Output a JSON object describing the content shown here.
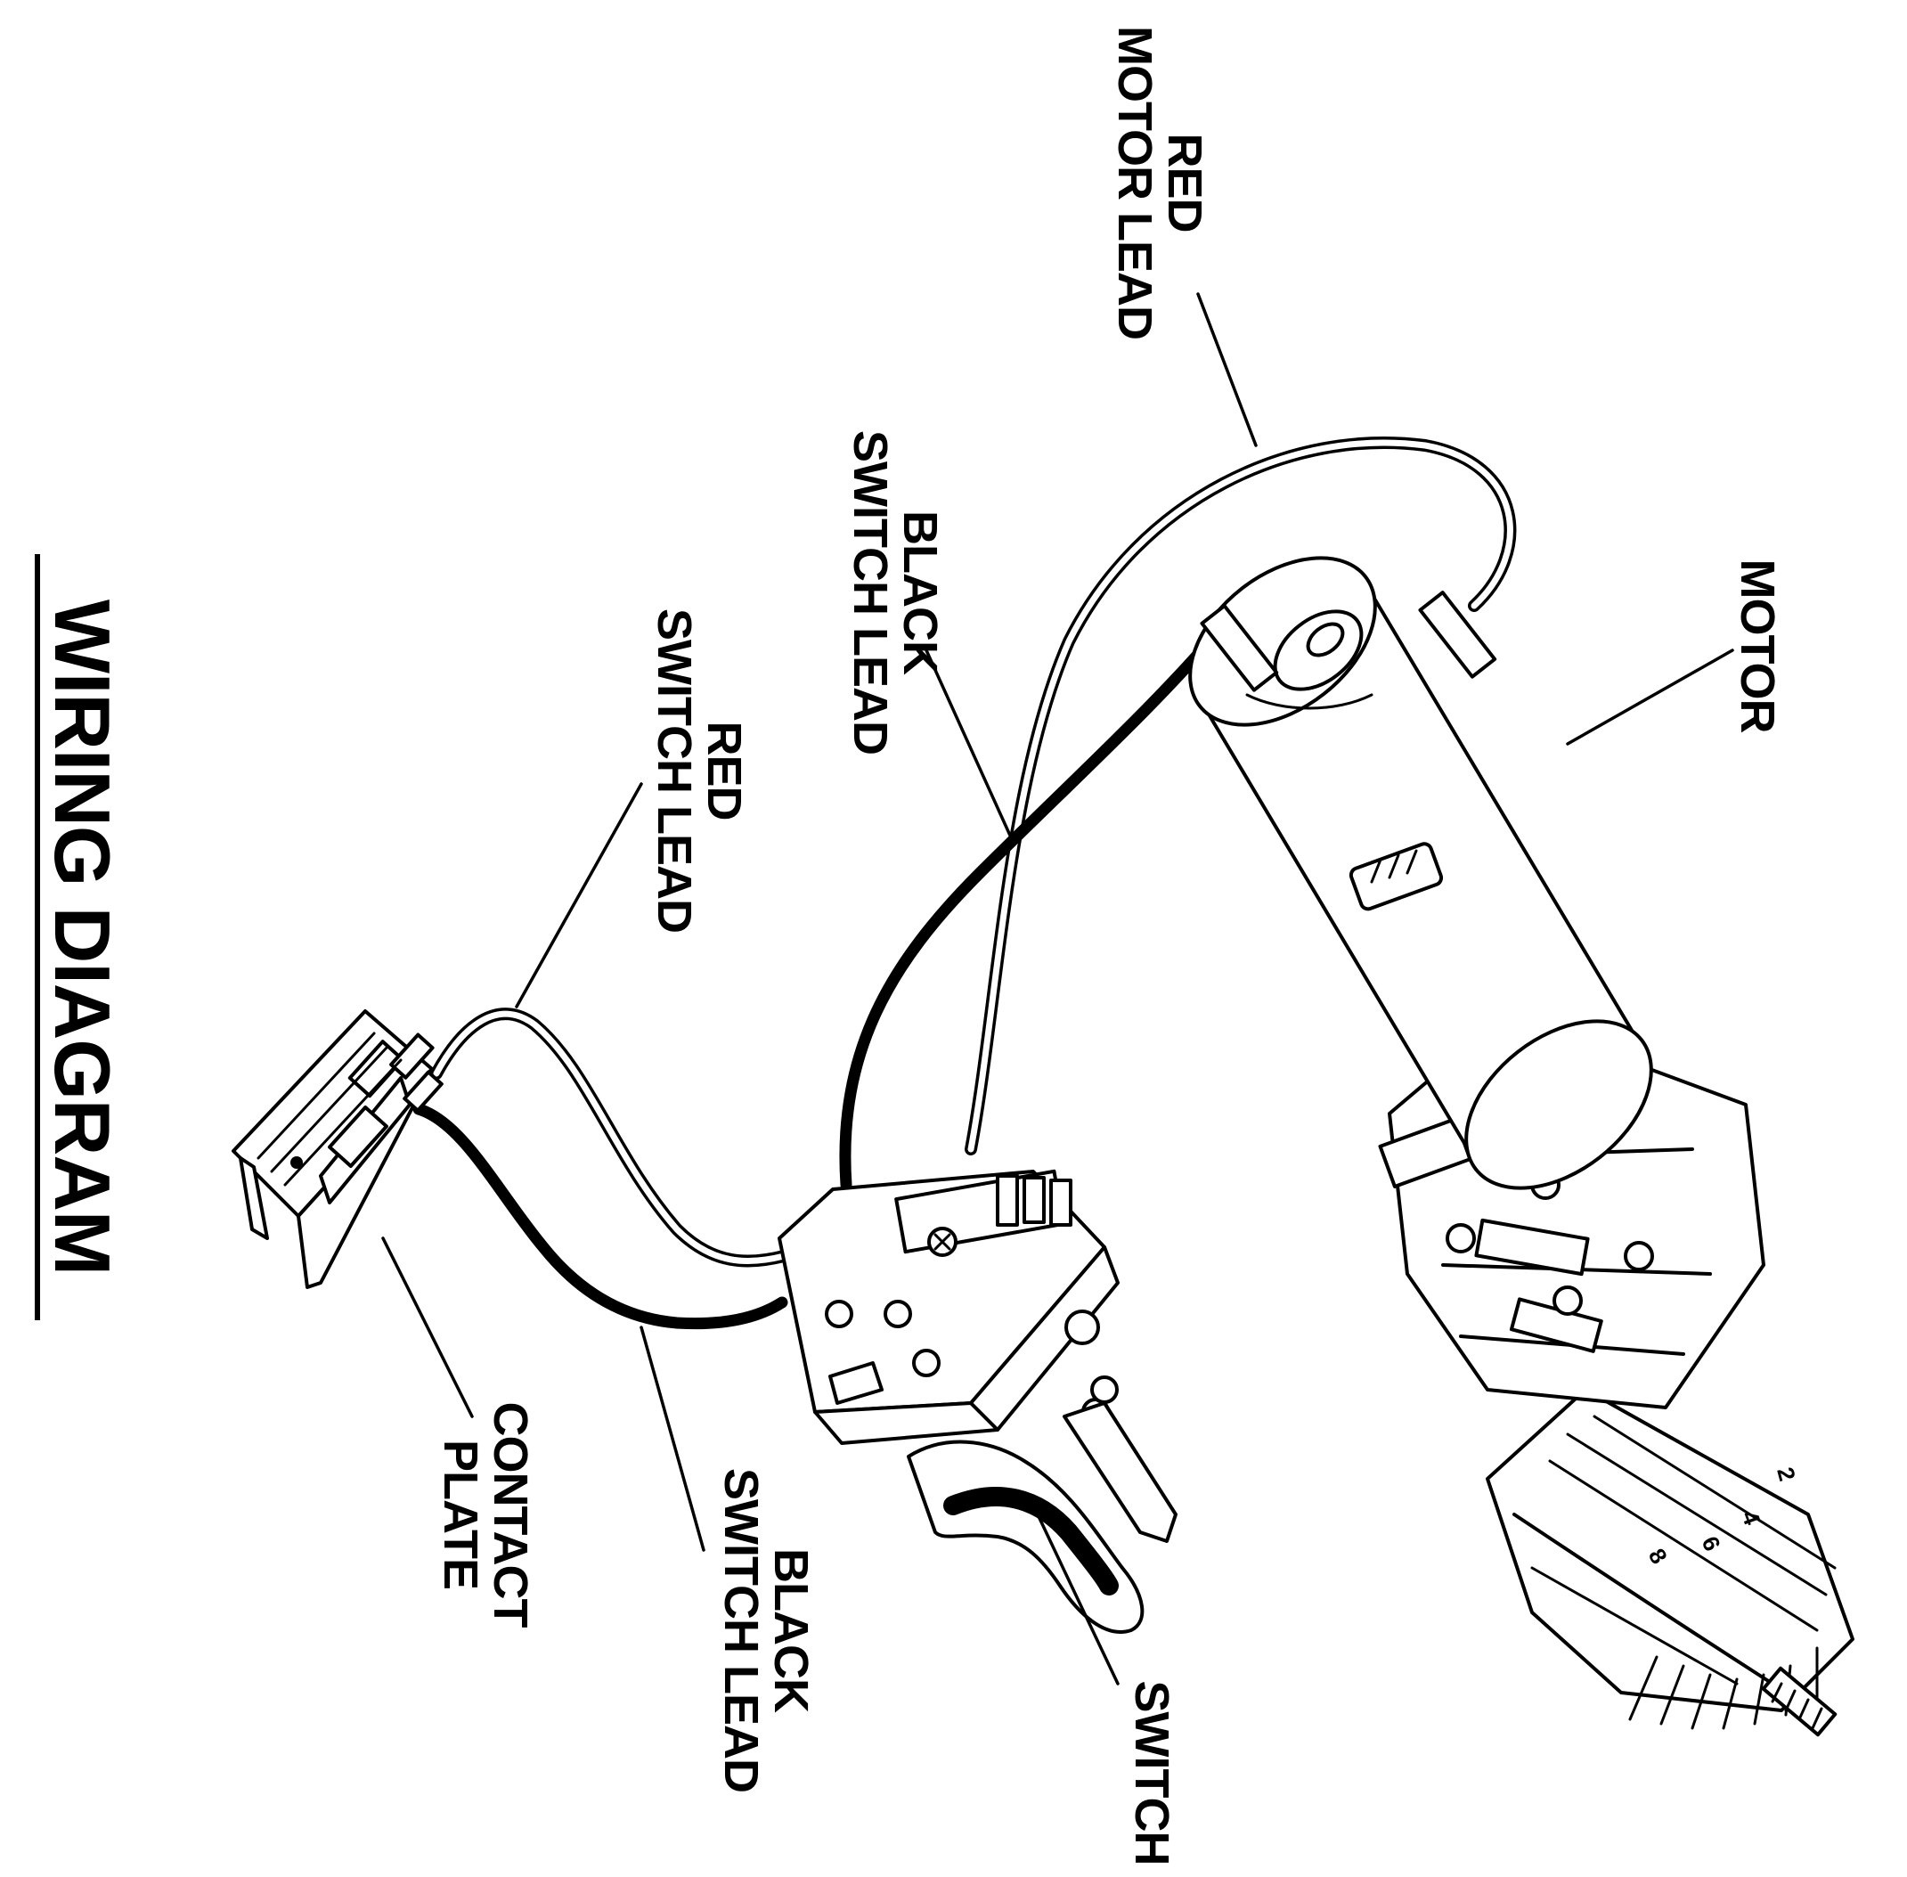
{
  "title": "WIRING DIAGRAM",
  "labels": {
    "red_motor_lead": [
      "RED",
      "MOTOR LEAD"
    ],
    "motor": [
      "MOTOR"
    ],
    "black_switch_lead_top": [
      "BLACK",
      "SWITCH LEAD"
    ],
    "red_switch_lead": [
      "RED",
      "SWITCH LEAD"
    ],
    "contact_plate": [
      "CONTACT",
      "PLATE"
    ],
    "black_switch_lead_bottom": [
      "BLACK",
      "SWITCH LEAD"
    ],
    "switch": [
      "SWITCH"
    ]
  },
  "chuck_numbers": [
    "2",
    "4",
    "6",
    "8"
  ],
  "colors": {
    "ink": "#000000",
    "paper": "#ffffff"
  }
}
